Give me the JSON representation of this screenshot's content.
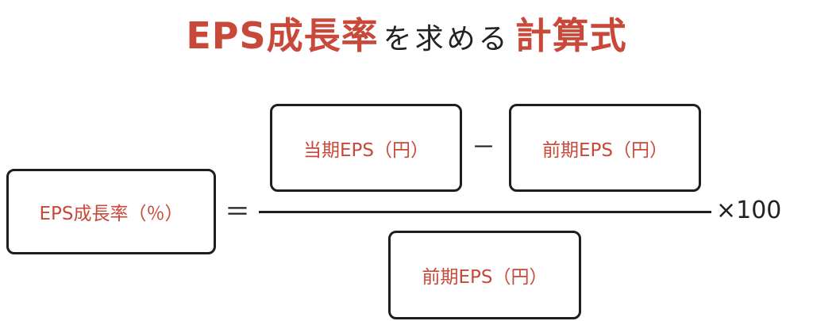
{
  "title": {
    "part1": "EPS成長率",
    "part2": "を求める",
    "part3": "計算式"
  },
  "formula": {
    "lhs": "EPS成長率（％）",
    "equals": "＝",
    "numerator_left": "当期EPS（円）",
    "minus": "－",
    "numerator_right": "前期EPS（円）",
    "denominator": "前期EPS（円）",
    "multiplier": "×100"
  },
  "colors": {
    "accent": "#c8493a",
    "text": "#222222",
    "border": "#1e1e1e",
    "background": "#ffffff"
  }
}
